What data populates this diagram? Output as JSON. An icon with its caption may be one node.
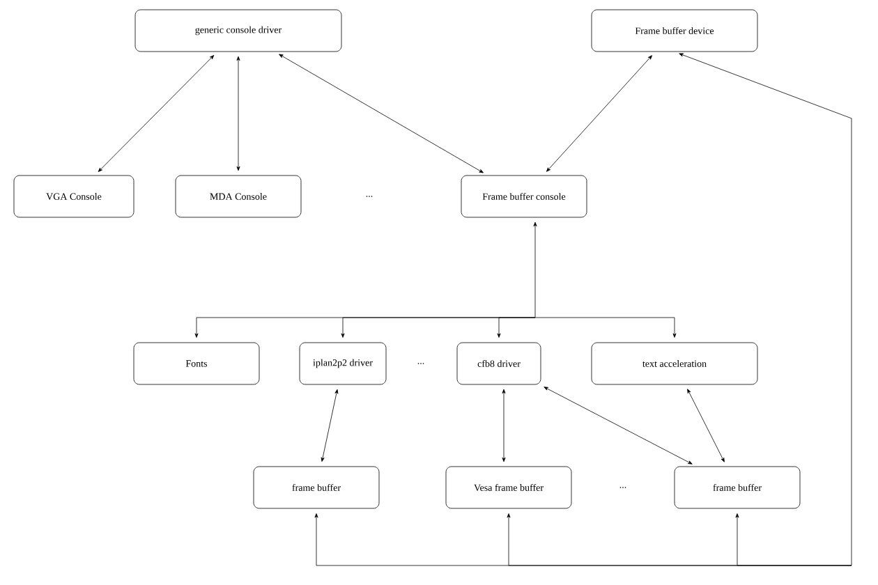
{
  "diagram": {
    "nodes": [
      {
        "text": [
          "generic console driver"
        ]
      },
      {
        "text": [
          "Frame buffer device"
        ]
      },
      {
        "text": [
          "VGA Console"
        ]
      },
      {
        "text": [
          "MDA Console"
        ]
      },
      {
        "text": [
          "Frame buffer console"
        ]
      },
      {
        "text": [
          "Fonts"
        ]
      },
      {
        "text": [
          "iplan2p2 driver"
        ]
      },
      {
        "text": [
          "cfb8 driver"
        ]
      },
      {
        "text": [
          "text acceleration"
        ]
      },
      {
        "text": [
          "frame buffer"
        ]
      },
      {
        "text": [
          "Vesa frame buffer"
        ]
      },
      {
        "text": [
          "frame buffer"
        ]
      }
    ],
    "edges": [
      {
        "from": 0,
        "to": 2,
        "arrow": "both"
      },
      {
        "from": 0,
        "to": 3,
        "arrow": "both"
      },
      {
        "from": 0,
        "to": 4,
        "arrow": "both"
      },
      {
        "from": 1,
        "to": 4,
        "arrow": "both"
      },
      {
        "from": 4,
        "to": 5,
        "arrow": "both"
      },
      {
        "from": 4,
        "to": 6,
        "arrow": "both"
      },
      {
        "from": 4,
        "to": 7,
        "arrow": "both"
      },
      {
        "from": 4,
        "to": 8,
        "arrow": "both"
      },
      {
        "from": 6,
        "to": 9,
        "arrow": "both"
      },
      {
        "from": 7,
        "to": 10,
        "arrow": "both"
      },
      {
        "from": 7,
        "to": 11,
        "arrow": "both"
      },
      {
        "from": 8,
        "to": 11,
        "arrow": "both"
      },
      {
        "from": 1,
        "to": 9,
        "arrow": "both"
      },
      {
        "from": 1,
        "to": 10,
        "arrow": "both"
      },
      {
        "from": 1,
        "to": 11,
        "arrow": "both"
      }
    ],
    "labels": [
      "...",
      "...",
      "..."
    ]
  }
}
